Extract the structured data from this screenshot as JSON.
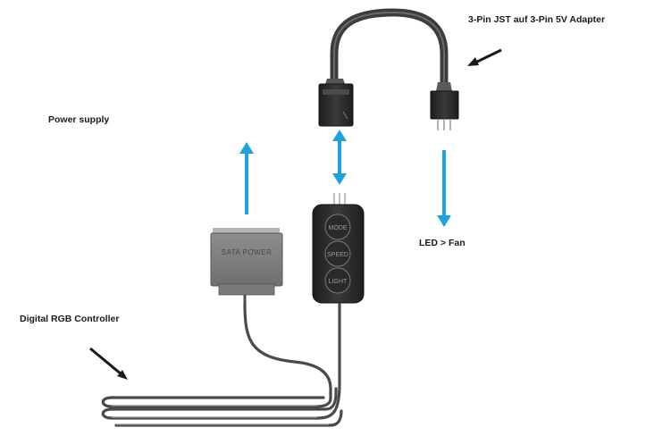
{
  "labels": {
    "adapter": "3-Pin JST auf 3-Pin 5V Adapter",
    "power_supply": "Power supply",
    "led_fan": "LED > Fan",
    "rgb_controller": "Digital RGB Controller"
  },
  "device": {
    "sata_text": "SATA POWER",
    "buttons": [
      "MODE",
      "SPEED",
      "LIGHT"
    ]
  },
  "colors": {
    "flow_arrow": "#1ca3e0",
    "pointer_arrow": "#1a1a1a",
    "device_body": "#2c2c2c",
    "cable": "#3a3a3a"
  }
}
